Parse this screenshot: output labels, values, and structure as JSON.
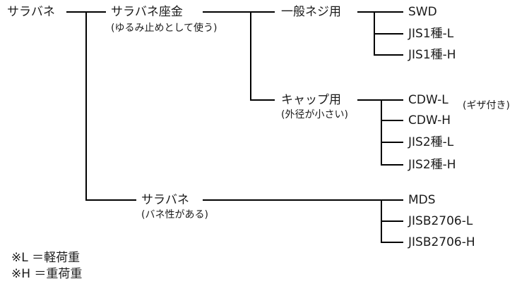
{
  "tree": {
    "root": "サラバネ",
    "washer": {
      "label": "サラバネ座金",
      "note": "(ゆるみ止めとして使う)"
    },
    "general": {
      "label": "一般ネジ用"
    },
    "cap": {
      "label": "キャップ用",
      "note": "(外径が小さい)"
    },
    "spring": {
      "label": "サラバネ",
      "note": "(バネ性がある)"
    },
    "leaves": {
      "swd": "SWD",
      "jis1l": "JIS1種-L",
      "jis1h": "JIS1種-H",
      "cdwl": "CDW-L",
      "cdwh": "CDW-H",
      "cdw_note": "(ギザ付き)",
      "jis2l": "JIS2種-L",
      "jis2h": "JIS2種-H",
      "mds": "MDS",
      "jisb_l": "JISB2706-L",
      "jisb_h": "JISB2706-H"
    }
  },
  "legend": {
    "light": "※L ＝軽荷重",
    "heavy": "※H ＝重荷重"
  }
}
